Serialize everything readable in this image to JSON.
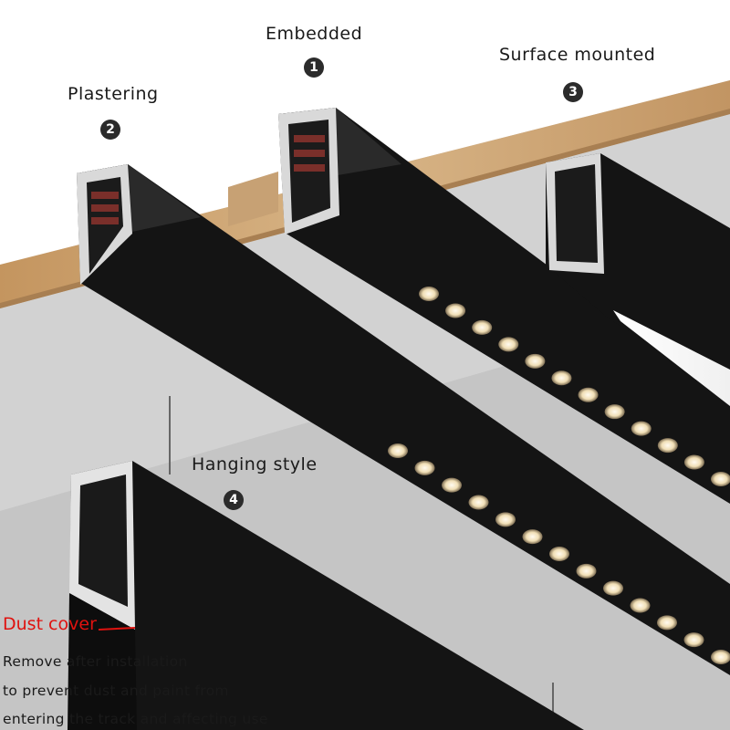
{
  "labels": {
    "embedded": "Embedded",
    "embedded_num": "1",
    "plastering": "Plastering",
    "plastering_num": "2",
    "surface": "Surface mounted",
    "surface_num": "3",
    "hanging": "Hanging style",
    "hanging_num": "4"
  },
  "dust_cover": {
    "title": "Dust cover",
    "lines": [
      "Remove after installation",
      "to prevent dust and paint from",
      "entering the track and affecting use"
    ]
  },
  "colors": {
    "accent_red": "#e0120f",
    "wood": "#c9a070",
    "track_black": "#141414",
    "ceiling": "#cfcfcf"
  }
}
